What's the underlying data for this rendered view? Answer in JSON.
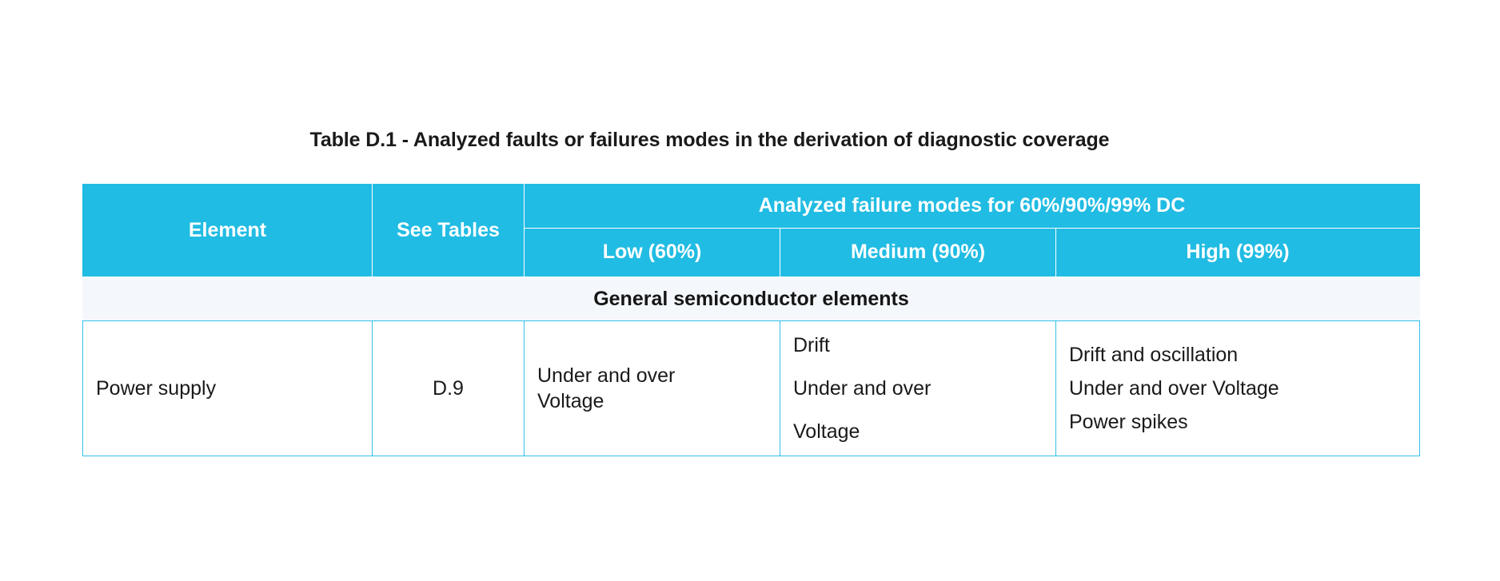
{
  "title": "Table D.1 - Analyzed faults or failures modes in the derivation of diagnostic coverage",
  "colors": {
    "header_background": "#21bce3",
    "header_text": "#ffffff",
    "section_background": "#f4f8fc",
    "border": "#33c0e8",
    "body_text": "#1a1a1a",
    "page_background": "#ffffff"
  },
  "table": {
    "header": {
      "element": "Element",
      "see_tables": "See\nTables",
      "see_tables_line1": "See",
      "see_tables_line2": "Tables",
      "analyzed_span": "Analyzed failure modes for 60%/90%/99% DC",
      "sub_columns": [
        {
          "label": "Low (60%)"
        },
        {
          "label": "Medium (90%)"
        },
        {
          "label": "High (99%)"
        }
      ]
    },
    "section_rows": [
      {
        "label": "General semiconductor elements"
      }
    ],
    "rows": [
      {
        "element": "Power supply",
        "see_tables": "D.9",
        "low": [
          "Under and over",
          "Voltage"
        ],
        "low_line1": "Under and over",
        "low_line2": "Voltage",
        "medium": [
          "Drift",
          "Under and over",
          "Voltage"
        ],
        "medium_line1": "Drift",
        "medium_line2": "Under and over",
        "medium_line3": "Voltage",
        "high": [
          "Drift and oscillation",
          "Under and over Voltage",
          "Power spikes"
        ],
        "high_line1": "Drift and oscillation",
        "high_line2": "Under and over Voltage",
        "high_line3": "Power spikes"
      }
    ]
  }
}
